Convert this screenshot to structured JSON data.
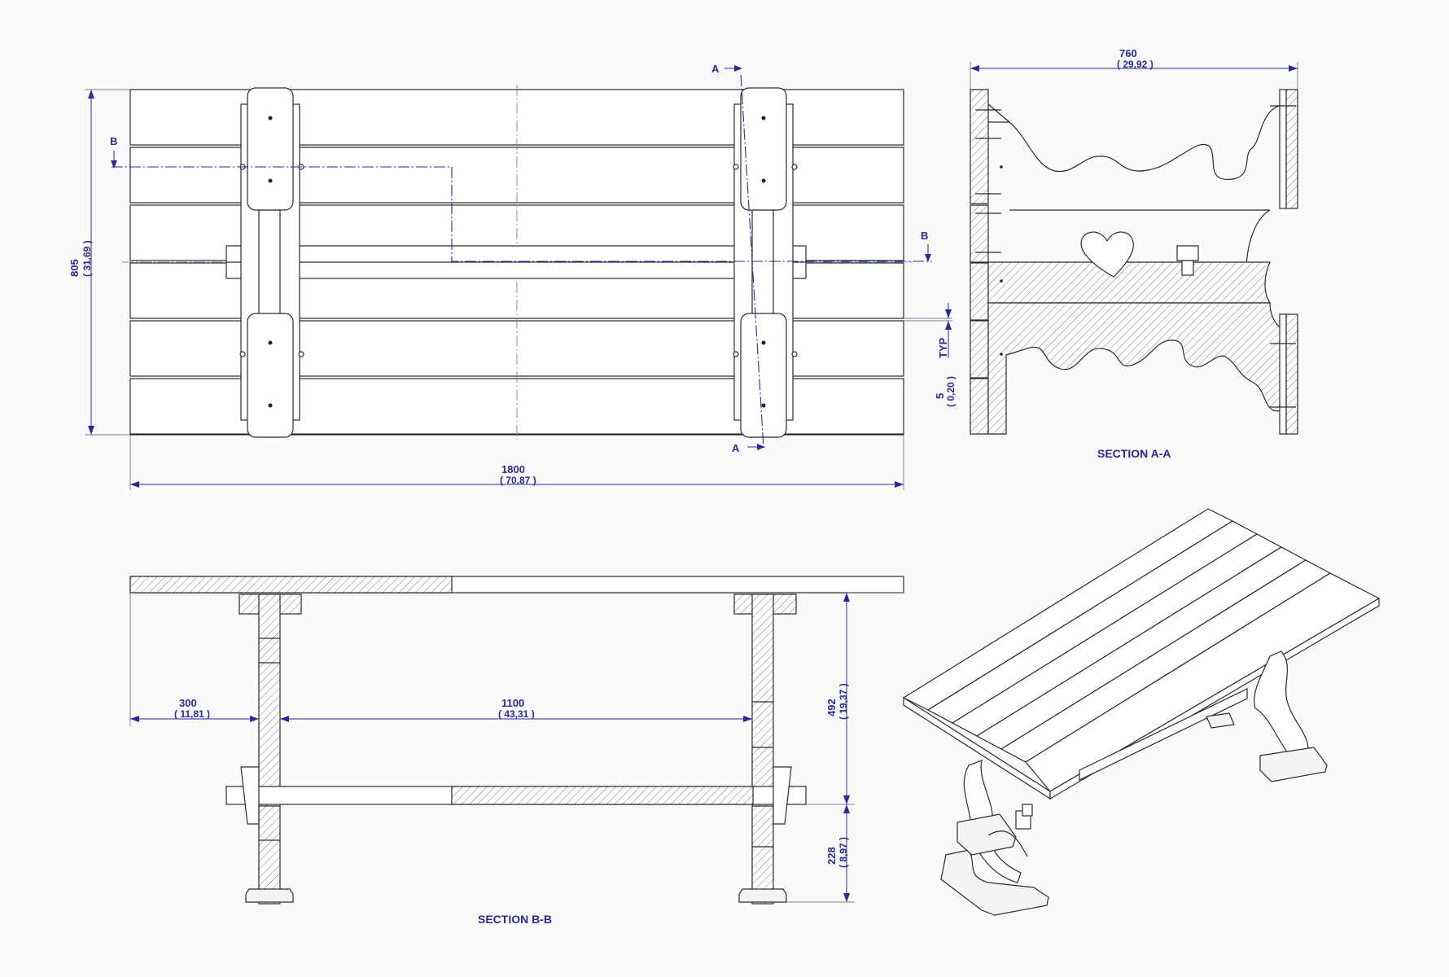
{
  "views": {
    "section_a": {
      "title": "SECTION A-A"
    },
    "section_b": {
      "title": "SECTION B-B"
    }
  },
  "cut_markers": {
    "a": "A",
    "b": "B"
  },
  "dimensions": {
    "length": {
      "mm": "1800",
      "in": "70,87"
    },
    "width": {
      "mm": "805",
      "in": "31,69"
    },
    "leg_span": {
      "mm": "760",
      "in": "29,92"
    },
    "gap": {
      "mm": "5",
      "in": "0,20",
      "note": "TYP"
    },
    "overhang": {
      "mm": "300",
      "in": "11,81"
    },
    "leg_spacing": {
      "mm": "1100",
      "in": "43,31"
    },
    "upper_height": {
      "mm": "492",
      "in": "19,37"
    },
    "lower_height": {
      "mm": "228",
      "in": "8,97"
    }
  },
  "colors": {
    "line": "#2a2a2a",
    "dimension": "#2a2a9a",
    "background": "#fafafa"
  }
}
